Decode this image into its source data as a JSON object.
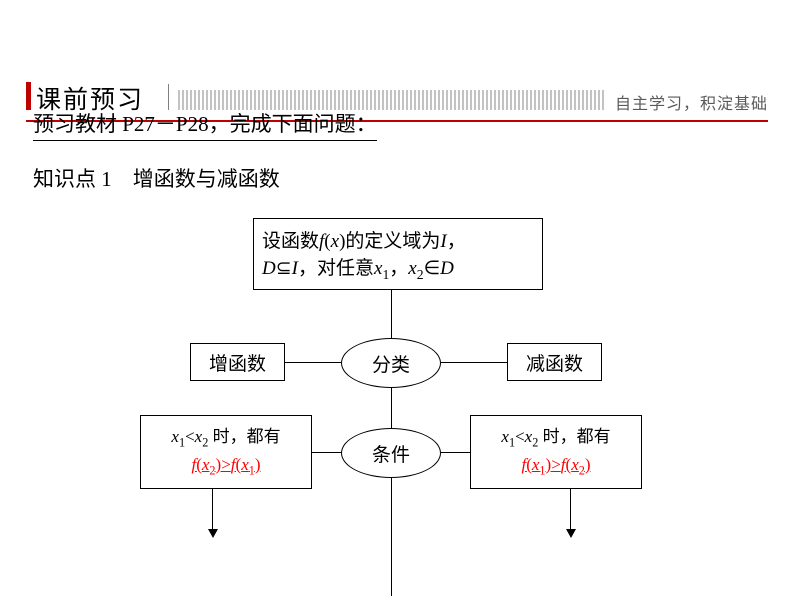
{
  "header": {
    "title": "课前预习",
    "subtitle": "自主学习，积淀基础",
    "accent_color": "#c00000"
  },
  "body": {
    "intro": "预习教材 P27－P28，完成下面问题：",
    "knowledge_point": "知识点 1　增函数与减函数"
  },
  "chart_data": {
    "type": "diagram",
    "title": "增函数与减函数 流程图",
    "nodes": [
      {
        "id": "definition",
        "shape": "rect",
        "line1": "设函数f(x)的定义域为I，",
        "line2": "D⊆I，对任意x1，x2∈D"
      },
      {
        "id": "classify",
        "shape": "ellipse",
        "label": "分类"
      },
      {
        "id": "condition",
        "shape": "ellipse",
        "label": "条件"
      },
      {
        "id": "increasing",
        "shape": "rect",
        "label": "增函数"
      },
      {
        "id": "decreasing",
        "shape": "rect",
        "label": "减函数"
      },
      {
        "id": "left-condition",
        "shape": "rect",
        "line1": "x1<x2 时，都有",
        "line2": "f(x2)>f(x1)",
        "line2_color": "#ff0000"
      },
      {
        "id": "right-condition",
        "shape": "rect",
        "line1": "x1<x2 时，都有",
        "line2": "f(x1)>f(x2)",
        "line2_color": "#ff0000"
      }
    ],
    "edges": [
      {
        "from": "definition",
        "to": "classify"
      },
      {
        "from": "classify",
        "to": "increasing"
      },
      {
        "from": "classify",
        "to": "decreasing"
      },
      {
        "from": "classify",
        "to": "condition"
      },
      {
        "from": "condition",
        "to": "left-condition"
      },
      {
        "from": "condition",
        "to": "right-condition"
      },
      {
        "from": "left-condition",
        "to": "below",
        "arrow": true
      },
      {
        "from": "right-condition",
        "to": "below",
        "arrow": true
      },
      {
        "from": "condition",
        "to": "below",
        "arrow": true
      }
    ]
  }
}
